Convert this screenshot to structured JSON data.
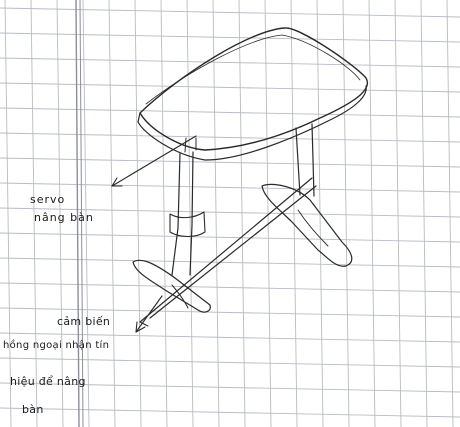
{
  "labels": {
    "servo": {
      "line1": "servo",
      "line2": "nâng bàn"
    },
    "sensor": {
      "line1": "cảm biến",
      "line2": "hồng ngoại nhận tín",
      "line3": "hiệu để nâng",
      "line4": "bàn"
    }
  },
  "colors": {
    "paper": "#ffffff",
    "grid": "#b8bcc4",
    "margin_line": "#8a8f99",
    "pencil": "#2a2a2a"
  }
}
